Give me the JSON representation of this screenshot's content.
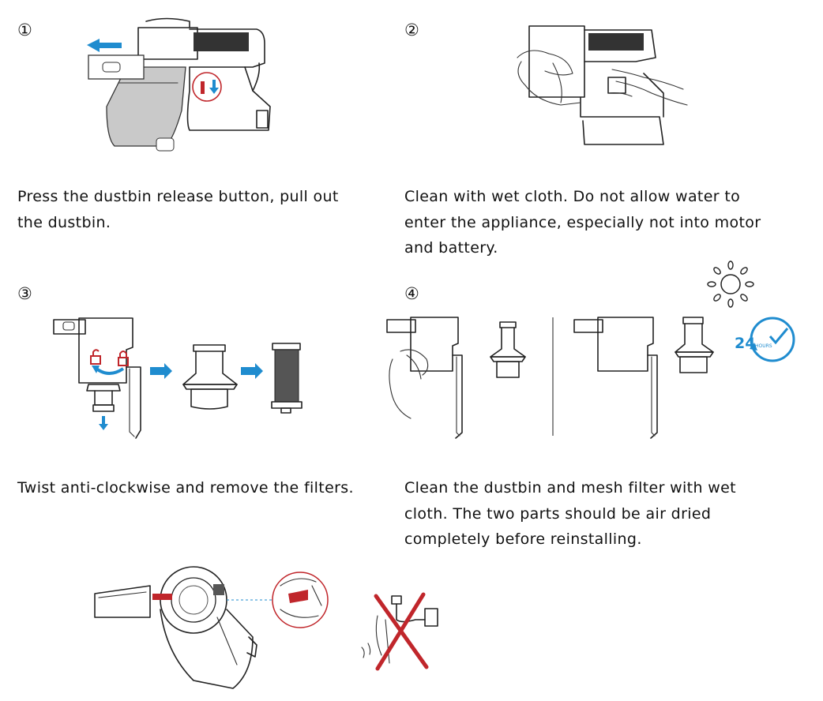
{
  "steps": [
    {
      "number": "①",
      "caption_lines": [
        "Press the dustbin release button, pull out",
        "the dustbin."
      ]
    },
    {
      "number": "②",
      "caption_lines": [
        "Clean with wet cloth. Do not allow water to",
        "enter the appliance, especially not into motor",
        "and battery."
      ]
    },
    {
      "number": "③",
      "caption_lines": [
        "Twist anti-clockwise and remove the filters."
      ]
    },
    {
      "number": "④",
      "caption_lines": [
        "Clean the dustbin and mesh filter with wet",
        "cloth. The two parts should be air dried",
        "completely before reinstalling."
      ]
    }
  ],
  "badge": {
    "hours": "24",
    "unit": "HOURS"
  },
  "colors": {
    "accent_blue": "#1f8ccf",
    "warning_red": "#c0262b",
    "ink": "#1a1a1a"
  },
  "icons": [
    "arrow-left-icon",
    "arrow-down-icon",
    "arrow-right-icon",
    "unlock-icon",
    "lock-icon",
    "rotate-arrow-icon",
    "sun-icon",
    "clock-24-icon",
    "cross-mark-icon"
  ]
}
